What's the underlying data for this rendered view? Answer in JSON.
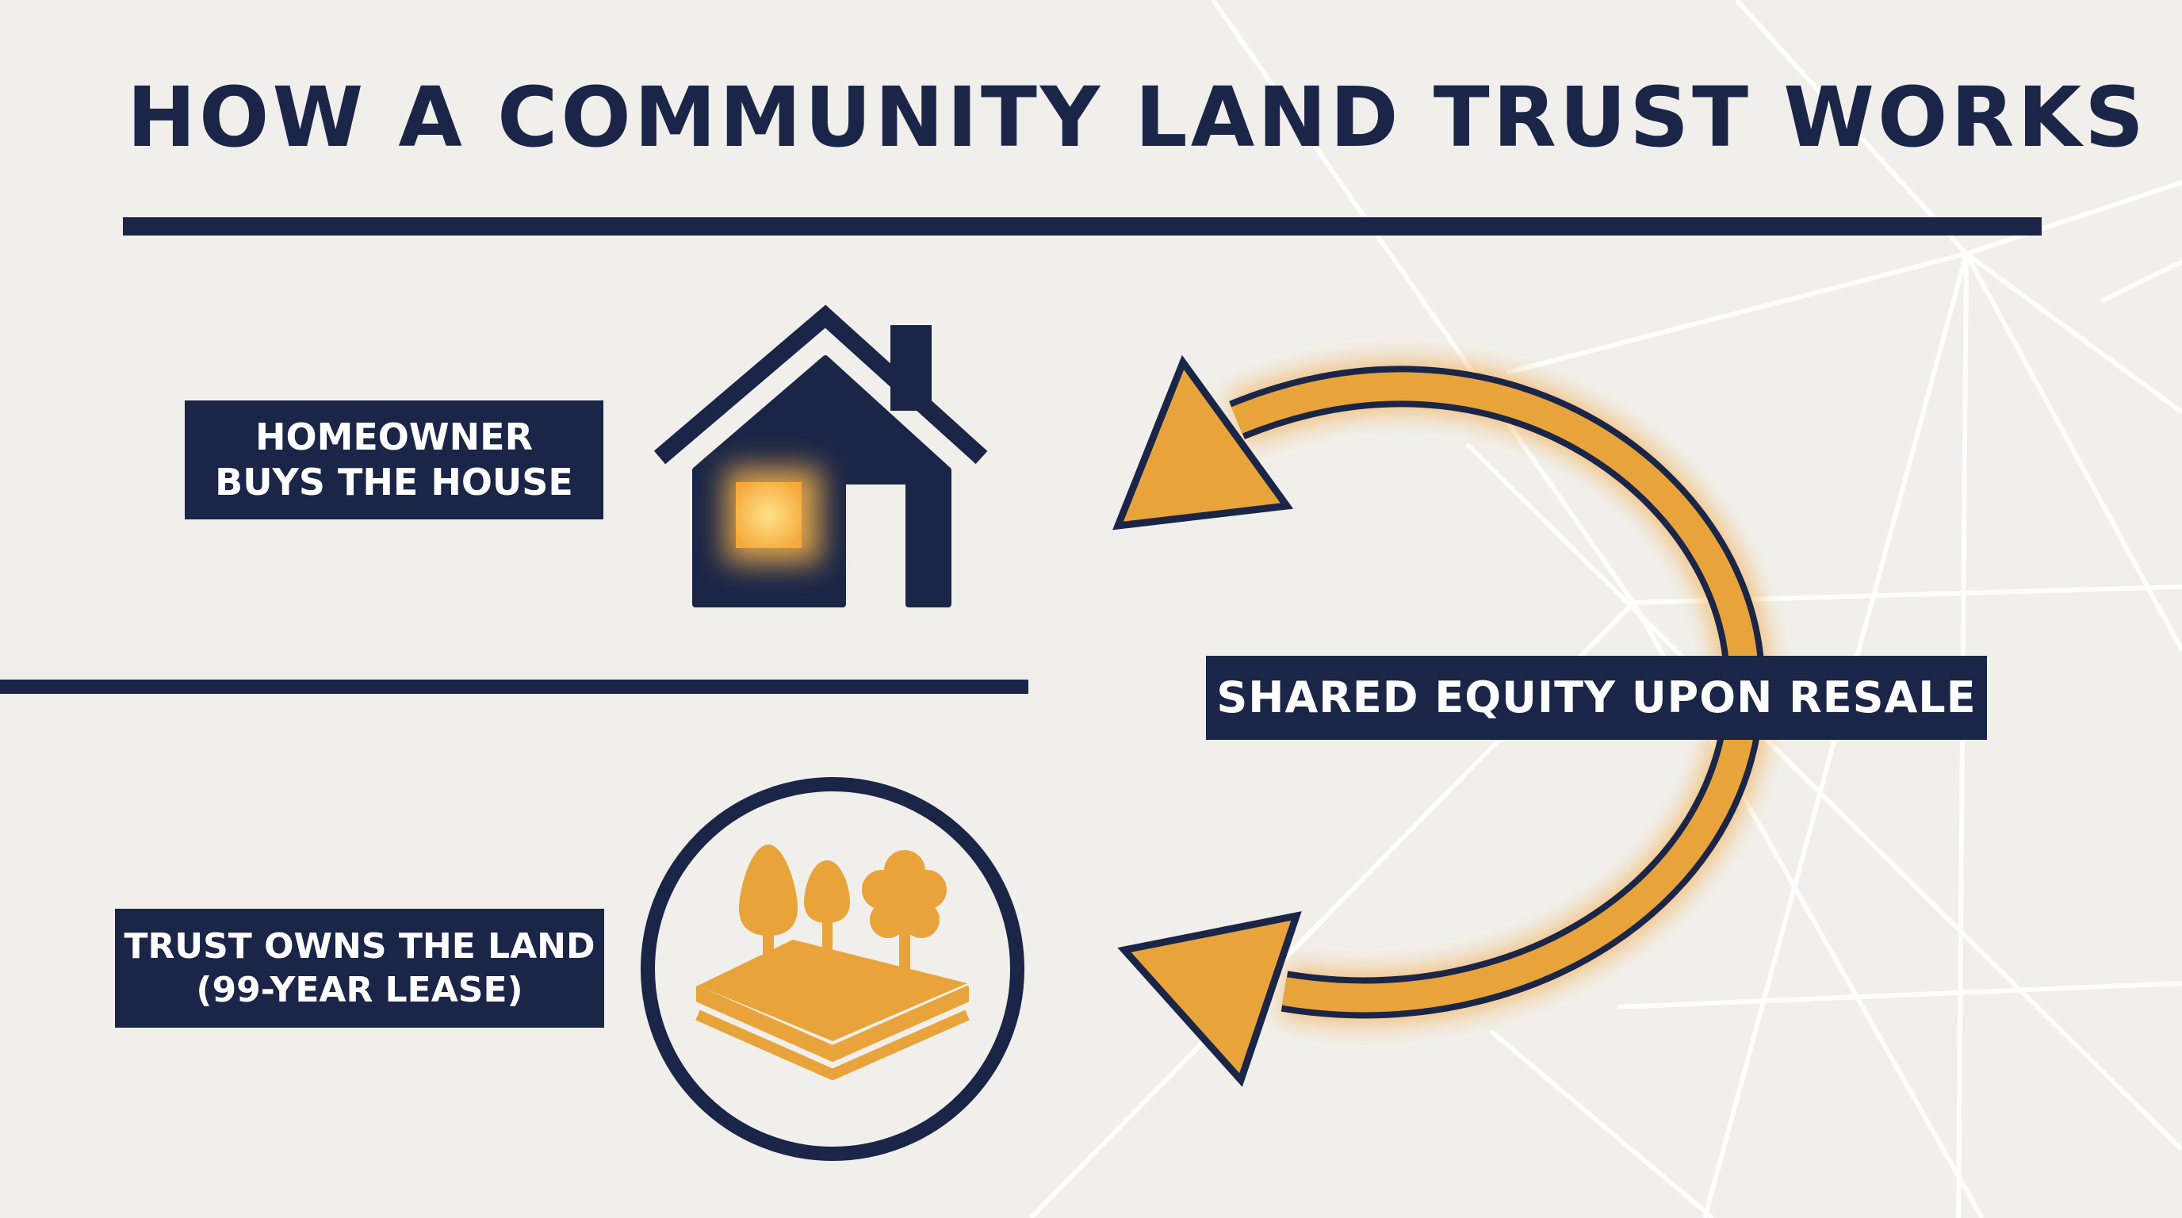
{
  "title": "HOW A COMMUNITY LAND TRUST WORKS",
  "labels": {
    "homeowner_line1": "HOMEOWNER",
    "homeowner_line2": "BUYS THE HOUSE",
    "trust_line1": "TRUST OWNS THE LAND",
    "trust_line2": "(99-YEAR LEASE)",
    "equity": "SHARED EQUITY UPON RESALE"
  },
  "icons": {
    "house": "house-icon",
    "land": "land-trees-icon",
    "cycle": "circular-arrows-icon"
  },
  "colors": {
    "navy": "#1a2547",
    "orange": "#e8a43b",
    "background": "#f1efeb",
    "window_glow": "#ffb84a"
  }
}
